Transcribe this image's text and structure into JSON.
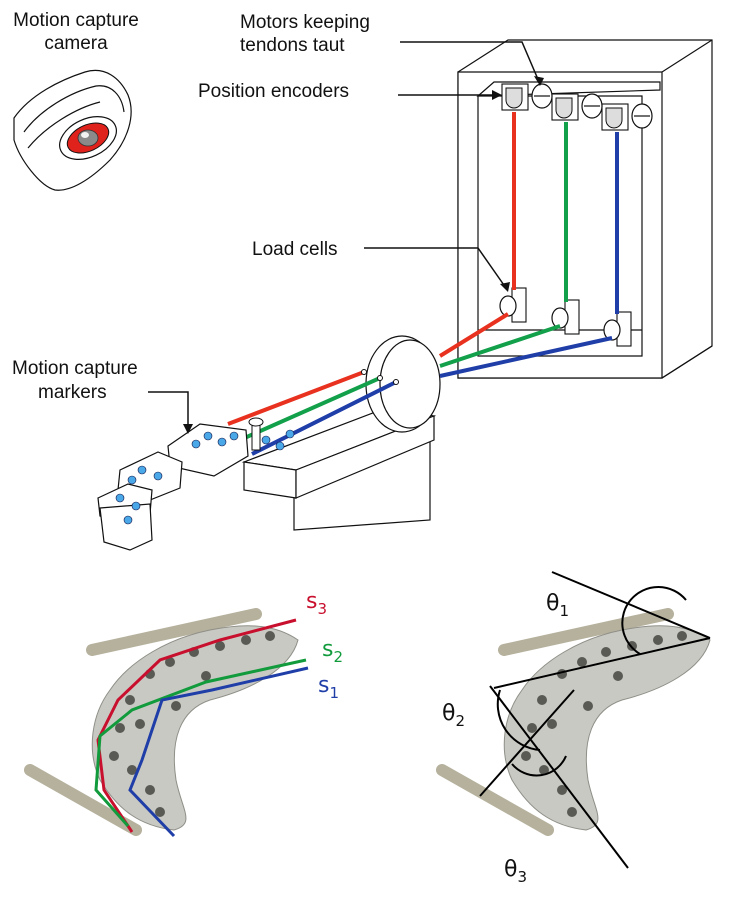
{
  "labels": {
    "camera_line1": "Motion capture",
    "camera_line2": "camera",
    "motors_line1": "Motors keeping",
    "motors_line2": "tendons taut",
    "encoders": "Position encoders",
    "load_cells": "Load cells",
    "markers_line1": "Motion capture",
    "markers_line2": "markers"
  },
  "arc_lengths": [
    {
      "symbol": "s",
      "subscript": "3",
      "color": "#c8102e"
    },
    {
      "symbol": "s",
      "subscript": "2",
      "color": "#129b3c"
    },
    {
      "symbol": "s",
      "subscript": "1",
      "color": "#1f3ea8"
    }
  ],
  "angles": [
    {
      "symbol": "θ",
      "subscript": "1"
    },
    {
      "symbol": "θ",
      "subscript": "2"
    },
    {
      "symbol": "θ",
      "subscript": "3"
    }
  ],
  "colors": {
    "tendon_red": "#e8321f",
    "tendon_green": "#12a04a",
    "tendon_blue": "#1f3ea8",
    "camera_lens": "#e0221c",
    "marker_blue": "#4aa8e8"
  }
}
